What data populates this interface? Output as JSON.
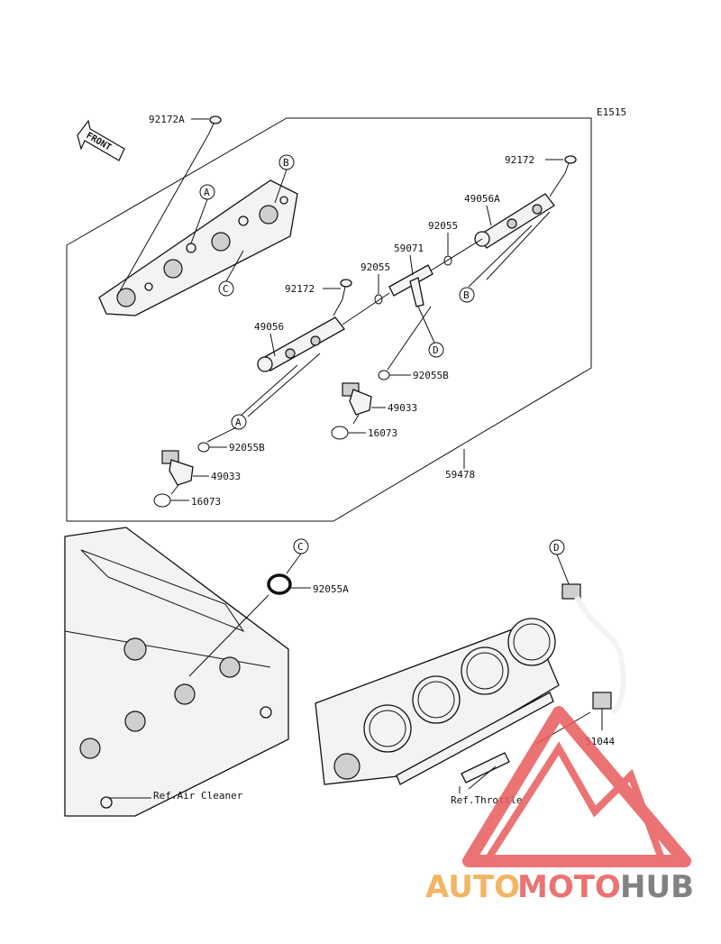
{
  "diagram_id": "E1515",
  "front_label": "FRONT",
  "assembly_label": "59478",
  "parts": {
    "bolt_a": "92172A",
    "bolt_r": "92172",
    "bolt_mid": "92172",
    "rail_r": "49056A",
    "rail_l": "49056",
    "oring_upper_r": "92055",
    "oring_upper_l": "92055",
    "joint": "59071",
    "oring_b_upper": "92055B",
    "oring_b_lower": "92055B",
    "injector_upper": "49033",
    "injector_lower": "49033",
    "seal_upper": "16073",
    "seal_lower": "16073",
    "oring_a": "92055A",
    "clamp": "51044"
  },
  "ref_labels": {
    "air_cleaner": "Ref.Air Cleaner",
    "throttle": "Ref.Throttle"
  },
  "callouts": [
    "A",
    "B",
    "C",
    "A",
    "B",
    "C",
    "D",
    "D"
  ],
  "watermark": {
    "part1": "AUTO",
    "part2": "MOTO",
    "part3": "HUB",
    "accent": "#e85b5b",
    "orange": "#f2a94a",
    "gray": "#6d6d6d"
  }
}
